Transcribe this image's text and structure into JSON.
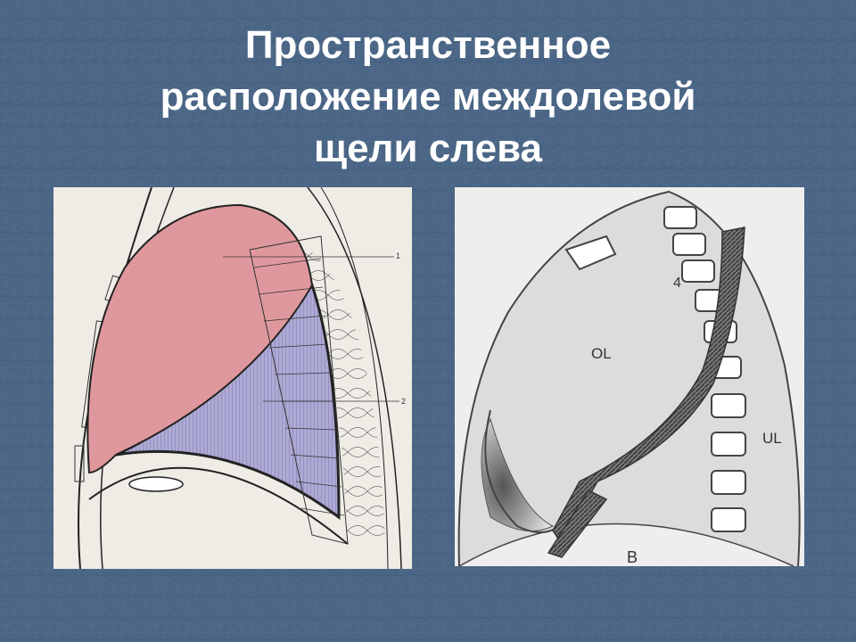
{
  "slide": {
    "title_lines": [
      "Пространственное",
      "расположение междолевой",
      "щели слева"
    ]
  },
  "left_figure": {
    "callouts": [
      "1",
      "2"
    ]
  },
  "right_figure": {
    "labels": {
      "rib_number": "4",
      "upper_lobe": "OL",
      "lower_lobe": "UL",
      "view": "B"
    }
  },
  "colors": {
    "background": "#4a6585",
    "upper_lobe_fill": "#e4a0a4",
    "lower_lobe_fill": "#a9a6d0",
    "outline": "#222222"
  }
}
